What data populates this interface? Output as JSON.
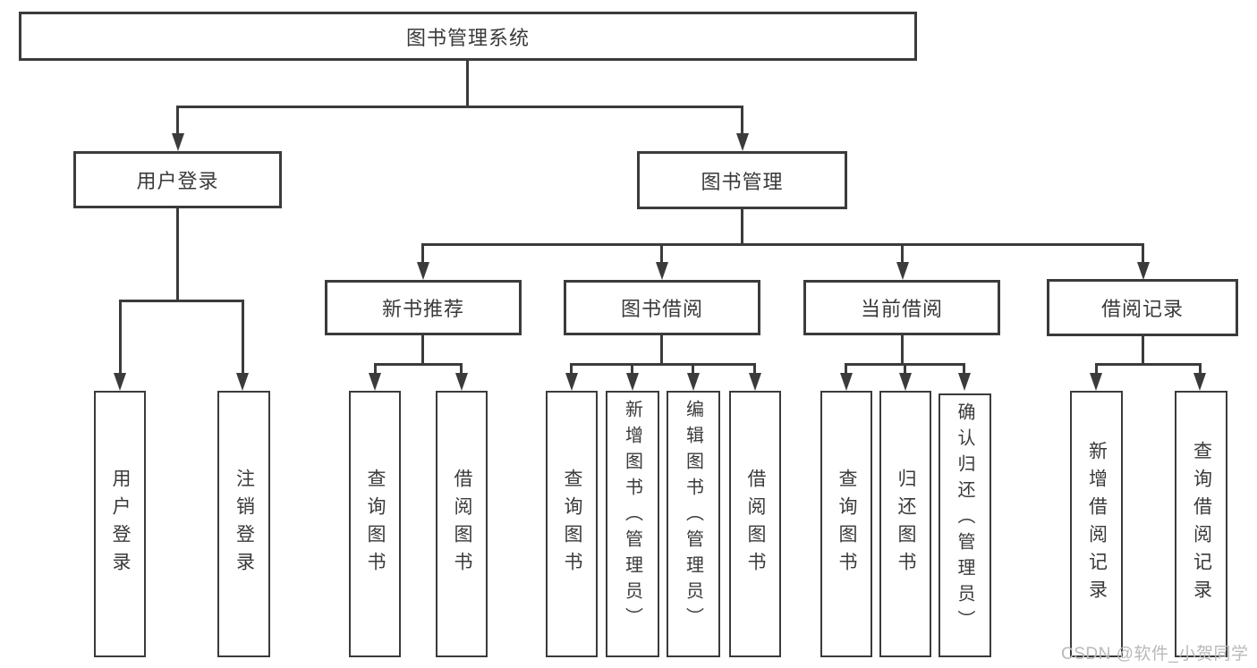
{
  "diagram": {
    "type": "hierarchy-tree",
    "root": {
      "label": "图书管理系统",
      "children": [
        {
          "label": "用户登录",
          "children": [
            {
              "label": "用户登录"
            },
            {
              "label": "注销登录"
            }
          ]
        },
        {
          "label": "图书管理",
          "children": [
            {
              "label": "新书推荐",
              "children": [
                {
                  "label": "查询图书"
                },
                {
                  "label": "借阅图书"
                }
              ]
            },
            {
              "label": "图书借阅",
              "children": [
                {
                  "label": "查询图书"
                },
                {
                  "label": "新增图书（管理员）"
                },
                {
                  "label": "编辑图书（管理员）"
                },
                {
                  "label": "借阅图书"
                }
              ]
            },
            {
              "label": "当前借阅",
              "children": [
                {
                  "label": "查询图书"
                },
                {
                  "label": "归还图书"
                },
                {
                  "label": "确认归还（管理员）"
                }
              ]
            },
            {
              "label": "借阅记录",
              "children": [
                {
                  "label": "新增借阅记录"
                },
                {
                  "label": "查询借阅记录"
                }
              ]
            }
          ]
        }
      ]
    }
  },
  "watermark": {
    "text": "CSDN @软件_小贺同学"
  },
  "colors": {
    "line": "#3b3b3b",
    "text": "#3a3a3a",
    "watermark": "#b9b9b9",
    "background": "#ffffff"
  }
}
